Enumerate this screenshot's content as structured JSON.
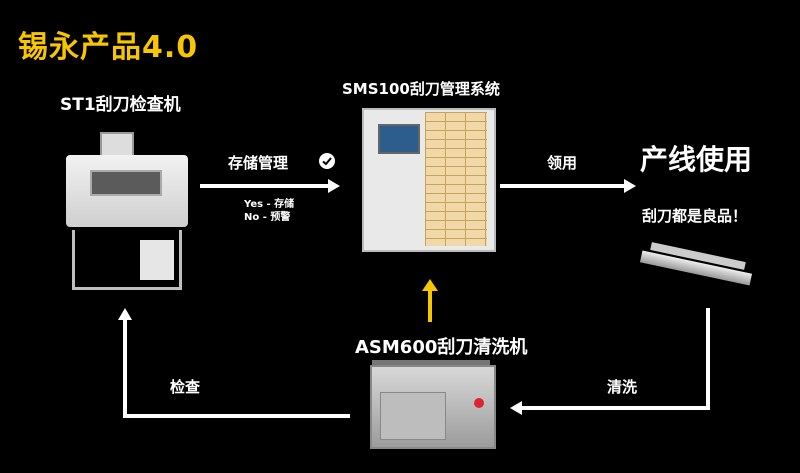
{
  "title": "锡永产品4.0",
  "nodes": {
    "st1": {
      "label": "ST1刮刀检查机"
    },
    "sms": {
      "label": "SMS100刮刀管理系统"
    },
    "asm": {
      "label": "ASM600刮刀清洗机"
    },
    "production": {
      "title": "产线使用",
      "subtitle": "刮刀都是良品！"
    }
  },
  "edges": {
    "store": {
      "label": "存储管理",
      "yes": "Yes - 存储",
      "no": "No - 预警"
    },
    "use": {
      "label": "领用"
    },
    "clean": {
      "label": "清洗"
    },
    "check": {
      "label": "检查"
    }
  },
  "colors": {
    "accent": "#f7c600",
    "background": "#000000",
    "arrow": "#ffffff"
  },
  "icons": [
    "check-circle-icon"
  ]
}
